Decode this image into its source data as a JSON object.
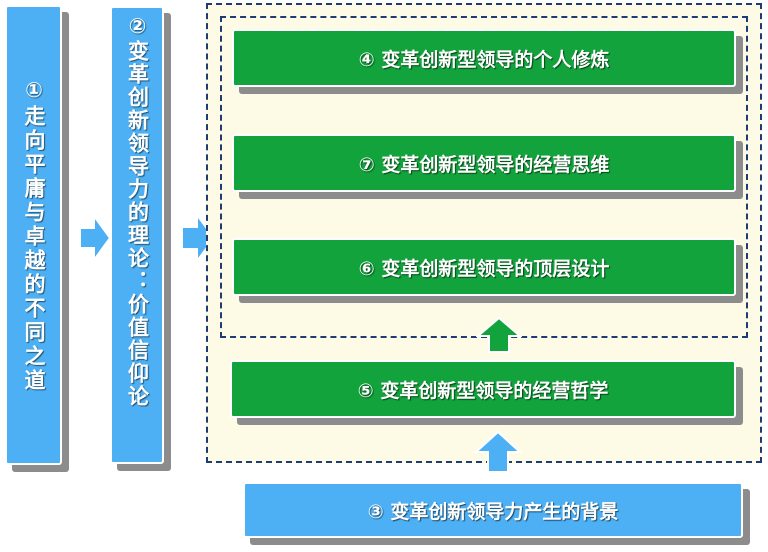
{
  "diagram": {
    "box1": "①走向平庸与卓越的不同之道",
    "box2": "②变革创新领导力的理论：价值信仰论",
    "box3": "③ 变革创新领导力产生的背景",
    "box4": "④ 变革创新型领导的个人修炼",
    "box5": "⑤ 变革创新型领导的经营哲学",
    "box6": "⑥ 变革创新型领导的顶层设计",
    "box7": "⑦ 变革创新型领导的经营思维"
  },
  "colors": {
    "blue_box": "#4db0f4",
    "green_box": "#12a33c",
    "frame_dash": "#1f3b73",
    "frame_fill": "#fdfbe6",
    "shadow": "#8c8c8c"
  },
  "icons": [
    "arrow-right-icon",
    "arrow-right-icon",
    "arrow-up-icon",
    "arrow-up-icon"
  ]
}
